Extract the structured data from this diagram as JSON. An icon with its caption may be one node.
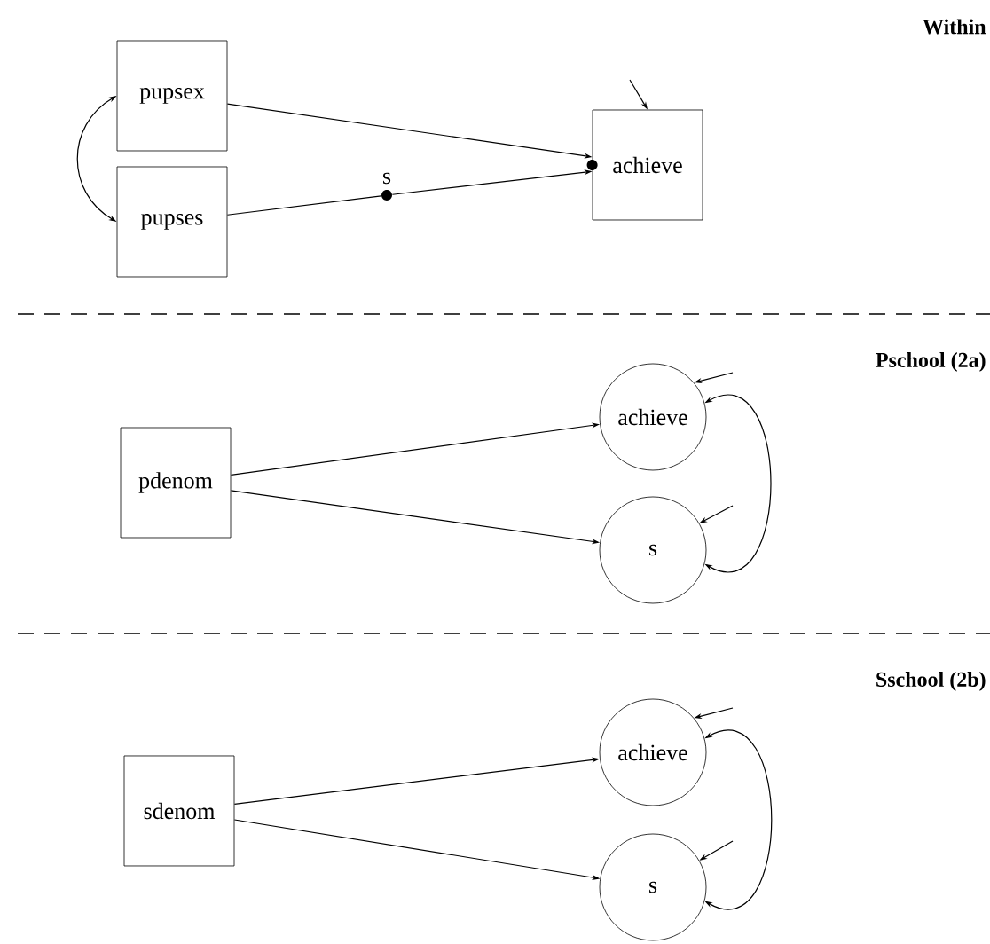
{
  "diagram": {
    "nodes": [
      {
        "text": [
          "pupsex"
        ]
      },
      {
        "text": [
          "pupses"
        ]
      },
      {
        "text": [
          "achieve"
        ]
      },
      {
        "text": [
          "s"
        ]
      },
      {
        "text": [
          "pdenom"
        ]
      },
      {
        "text": [
          "achieve"
        ]
      },
      {
        "text": [
          "s"
        ]
      },
      {
        "text": [
          "sdenom"
        ]
      },
      {
        "text": [
          "achieve"
        ]
      },
      {
        "text": [
          "s"
        ]
      }
    ],
    "edges": [
      {
        "from": 0,
        "to": 1,
        "arrow": "both"
      },
      {
        "from": 0,
        "to": 2,
        "arrow": "to"
      },
      {
        "from": 1,
        "to": 3,
        "arrow": "none"
      },
      {
        "from": 3,
        "to": 2,
        "arrow": "to"
      },
      {
        "from": null,
        "to": 2,
        "arrow": "to"
      },
      {
        "from": 4,
        "to": 5,
        "arrow": "to"
      },
      {
        "from": 4,
        "to": 6,
        "arrow": "to"
      },
      {
        "from": null,
        "to": 5,
        "arrow": "to"
      },
      {
        "from": null,
        "to": 6,
        "arrow": "to"
      },
      {
        "from": 5,
        "to": 6,
        "arrow": "both"
      },
      {
        "from": 7,
        "to": 8,
        "arrow": "to"
      },
      {
        "from": 7,
        "to": 9,
        "arrow": "to"
      },
      {
        "from": null,
        "to": 8,
        "arrow": "to"
      },
      {
        "from": null,
        "to": 9,
        "arrow": "to"
      },
      {
        "from": 8,
        "to": 9,
        "arrow": "both"
      }
    ],
    "labels": [
      "Within",
      "Pschool (2a)",
      "Sschool (2b)"
    ]
  }
}
